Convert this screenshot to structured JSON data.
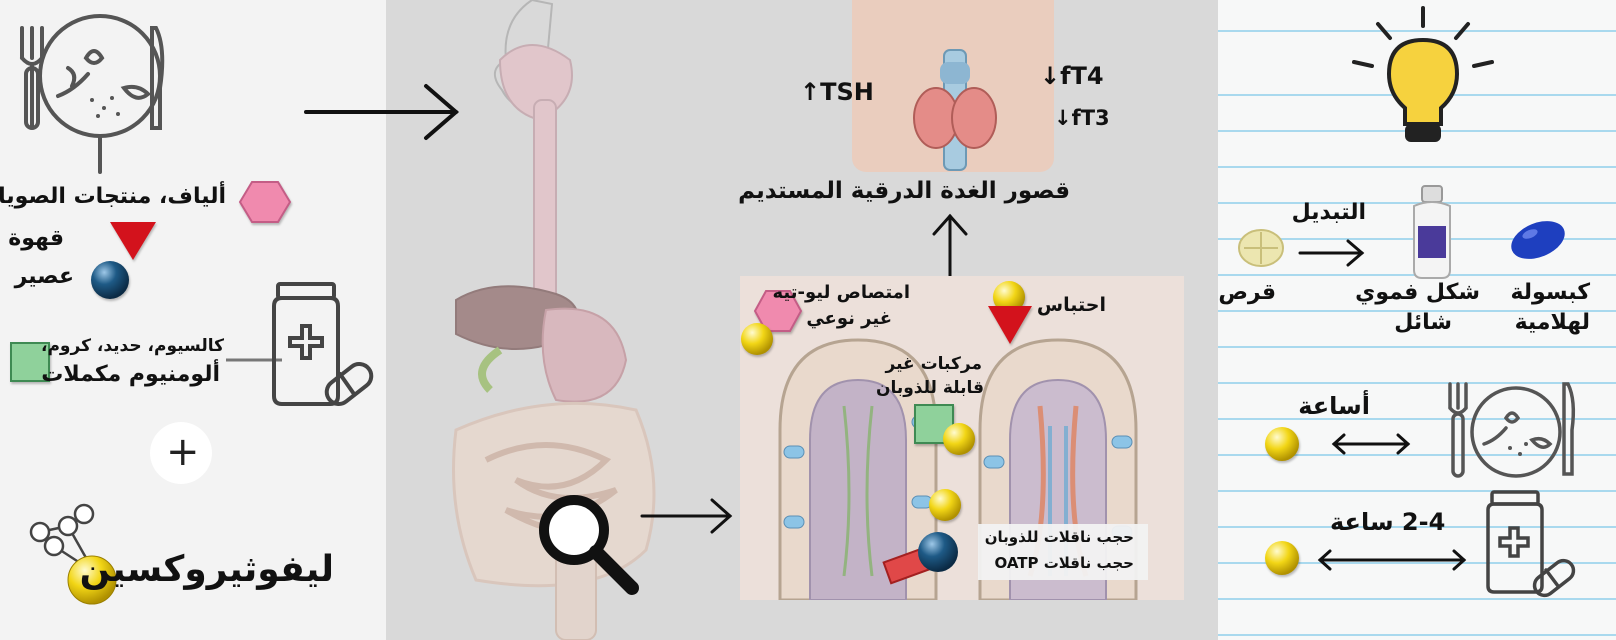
{
  "left": {
    "inhibitors": {
      "fiber_soy": "ألياف، منتجات الصويا",
      "coffee": "قهوة",
      "juice": "عصير"
    },
    "supplements": {
      "line1": "كالسيوم، حديد، كروم،",
      "line2": "ألومنيوم مكملات"
    },
    "plus": "+",
    "drug_name": "ليفوثيروكسين"
  },
  "middle": {
    "hormones": {
      "tsh": "↑TSH",
      "ft4": "↓fT4",
      "ft3": "↓fT3"
    },
    "outcome": "قصور الغدة الدرقية المستديم",
    "absorption": {
      "line1": "امتصاص ليو-تيه",
      "line2": "غير نوعي"
    },
    "sequestration": "احتباس",
    "insoluble": {
      "line1": "مركبات غير",
      "line2": "قابلة للذوبان"
    },
    "transporters": {
      "line1": "حجب ناقلات للذوبان",
      "line2": "حجب ناقلات OATP"
    }
  },
  "right": {
    "switch_label": "التبديل",
    "forms": {
      "tablet": "قرص",
      "liquid_line1": "شكل فموي",
      "liquid_line2": "شائل",
      "softgel_line1": "كبسولة",
      "softgel_line2": "لهلامية"
    },
    "food_interval": "أساعة",
    "supplement_interval": "2-4 ساعة"
  },
  "colors": {
    "yellow": "#f2d616",
    "pink": "#f08aae",
    "red": "#d3121c",
    "blue_ball": "#1e5a86",
    "green": "#8fd19b",
    "bulb": "#f6d23e",
    "capsule": "#1e3fbf"
  }
}
